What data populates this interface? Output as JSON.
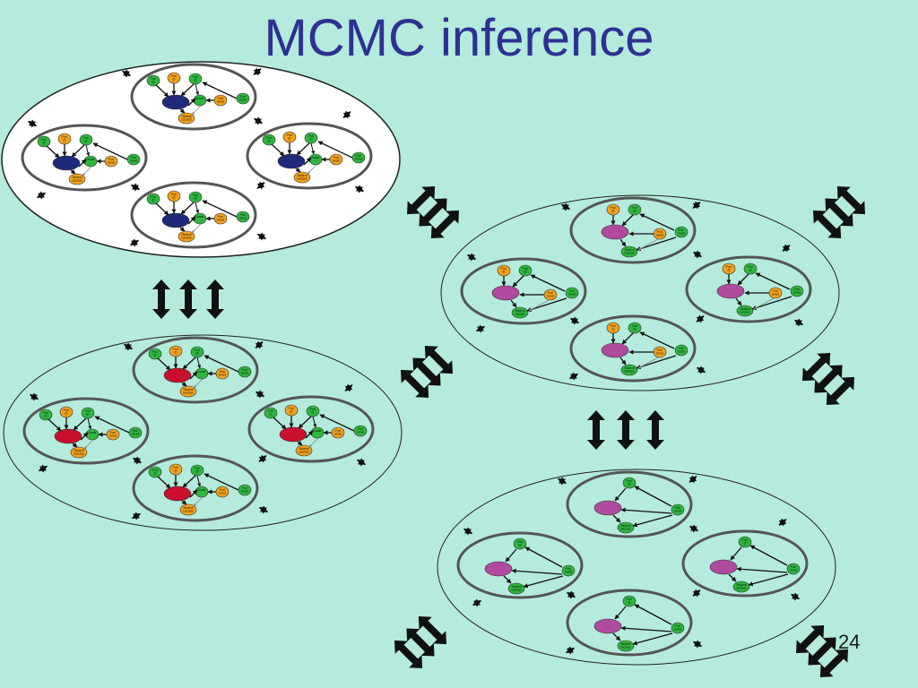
{
  "slide": {
    "title": "MCMC inference",
    "page_number": "24"
  },
  "colors": {
    "background": "#b4ebdc",
    "title": "#2e3192",
    "green_node": "#2db83d",
    "orange_node": "#f3a21a",
    "blue_node": "#1f2a7a",
    "red_node": "#c8102e",
    "purple_node": "#b04a9f"
  },
  "node_labels": {
    "prof_a": "Prof.\n(f)",
    "prof_b": "Prof.\n(f)",
    "prof_jones": "Prof.\nJones",
    "student": "Student\nsuccess",
    "grade": "Grade"
  },
  "icons": [
    "double-headed-arrow-icon"
  ],
  "groups": [
    {
      "id": "A",
      "central_color": "blue",
      "style": "full",
      "highlighted": true
    },
    {
      "id": "B",
      "central_color": "red",
      "style": "full",
      "highlighted": false
    },
    {
      "id": "C",
      "central_color": "purple",
      "style": "medium",
      "highlighted": false
    },
    {
      "id": "D",
      "central_color": "purple",
      "style": "reduced",
      "highlighted": false
    }
  ]
}
